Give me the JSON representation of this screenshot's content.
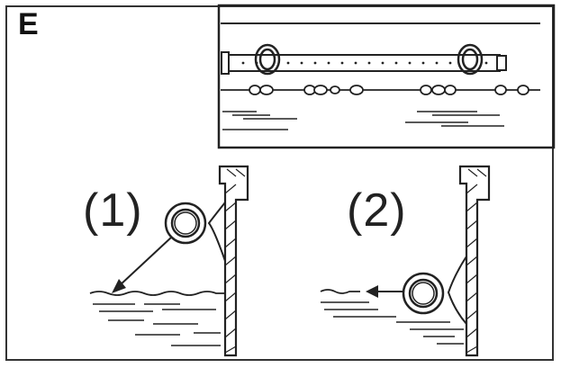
{
  "panel": {
    "label": "E"
  },
  "steps": [
    {
      "label": "(1)"
    },
    {
      "label": "(2)"
    }
  ],
  "colors": {
    "ink": "#222222",
    "background": "#ffffff"
  }
}
